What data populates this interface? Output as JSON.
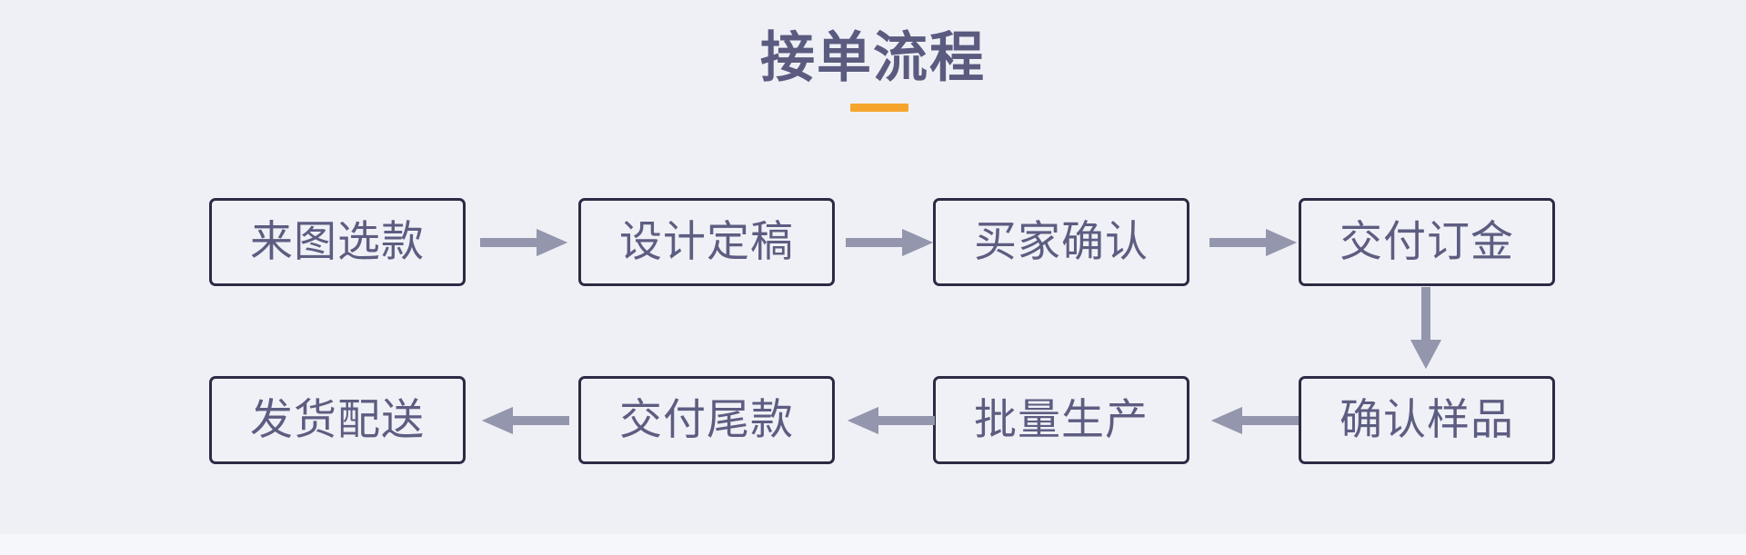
{
  "slide": {
    "title": "接单流程",
    "background_color": "#eff0f5",
    "accent_color": "#f6a52c",
    "node_border_color": "#2b2b45",
    "node_text_color": "#5d5d82",
    "arrow_color": "#9496ad"
  },
  "flow": {
    "nodes": [
      {
        "id": "node-0",
        "label": "来图选款",
        "row": 1,
        "order": 1
      },
      {
        "id": "node-1",
        "label": "设计定稿",
        "row": 1,
        "order": 2
      },
      {
        "id": "node-2",
        "label": "买家确认",
        "row": 1,
        "order": 3
      },
      {
        "id": "node-3",
        "label": "交付订金",
        "row": 1,
        "order": 4
      },
      {
        "id": "node-4",
        "label": "确认样品",
        "row": 2,
        "order": 5
      },
      {
        "id": "node-5",
        "label": "批量生产",
        "row": 2,
        "order": 6
      },
      {
        "id": "node-6",
        "label": "交付尾款",
        "row": 2,
        "order": 7
      },
      {
        "id": "node-7",
        "label": "发货配送",
        "row": 2,
        "order": 8
      }
    ],
    "connectors": [
      {
        "id": "arrow-0",
        "from": "来图选款",
        "to": "设计定稿",
        "direction": "right"
      },
      {
        "id": "arrow-1",
        "from": "设计定稿",
        "to": "买家确认",
        "direction": "right"
      },
      {
        "id": "arrow-2",
        "from": "买家确认",
        "to": "交付订金",
        "direction": "right"
      },
      {
        "id": "arrow-3",
        "from": "交付订金",
        "to": "确认样品",
        "direction": "down"
      },
      {
        "id": "arrow-4",
        "from": "确认样品",
        "to": "批量生产",
        "direction": "left"
      },
      {
        "id": "arrow-5",
        "from": "批量生产",
        "to": "交付尾款",
        "direction": "left"
      },
      {
        "id": "arrow-6",
        "from": "交付尾款",
        "to": "发货配送",
        "direction": "left"
      }
    ]
  }
}
